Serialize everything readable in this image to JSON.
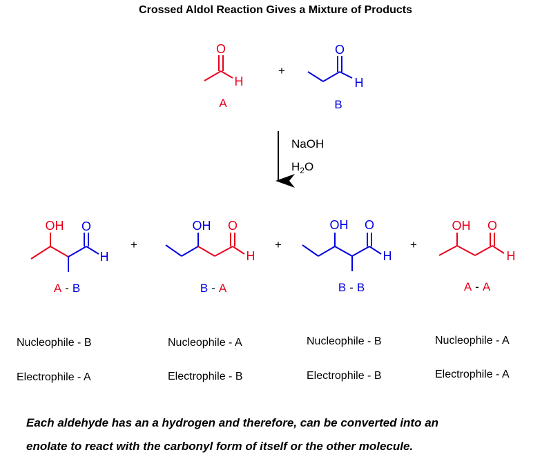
{
  "title": "Crossed Aldol Reaction Gives a Mixture of Products",
  "colors": {
    "a": "#e8001c",
    "b": "#0000e0",
    "black": "#000000"
  },
  "atoms": {
    "oxygen": "O",
    "hydrogen": "H",
    "hydroxyl": "OH"
  },
  "plus": "+",
  "reactants": {
    "a_label": "A",
    "b_label": "B"
  },
  "conditions": {
    "reagent": "NaOH",
    "solvent_h": "H",
    "solvent_sub": "2",
    "solvent_o": "O"
  },
  "products": [
    {
      "left": "A",
      "dash": "-",
      "right": "B",
      "nucleophile": "Nucleophile - B",
      "electrophile": "Electrophile - A"
    },
    {
      "left": "B",
      "dash": "-",
      "right": "A",
      "nucleophile": "Nucleophile - A",
      "electrophile": "Electrophile - B"
    },
    {
      "left": "B",
      "dash": "-",
      "right": "B",
      "nucleophile": "Nucleophile - B",
      "electrophile": "Electrophile - B"
    },
    {
      "left": "A",
      "dash": "-",
      "right": "A",
      "nucleophile": "Nucleophile - A",
      "electrophile": "Electrophile - A"
    }
  ],
  "note": {
    "line1": "Each aldehyde has an a hydrogen and therefore, can be converted into an",
    "line2": "enolate to react with the carbonyl form of itself or the other molecule."
  }
}
